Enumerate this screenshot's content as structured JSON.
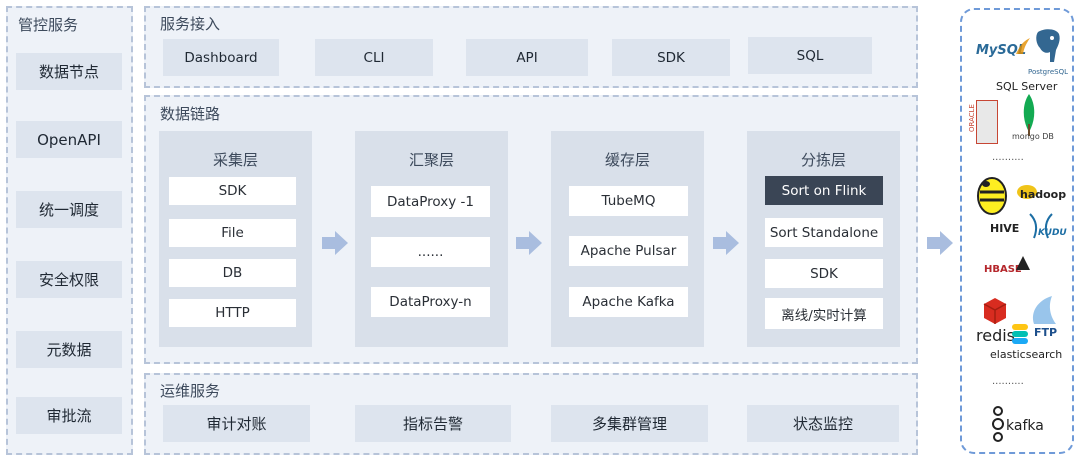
{
  "management": {
    "title": "管控服务",
    "items": [
      "数据节点",
      "OpenAPI",
      "统一调度",
      "安全权限",
      "元数据",
      "审批流"
    ]
  },
  "access": {
    "title": "服务接入",
    "items": [
      "Dashboard",
      "CLI",
      "API",
      "SDK",
      "SQL"
    ]
  },
  "pipeline": {
    "title": "数据链路",
    "stages": [
      {
        "title": "采集层",
        "items": [
          "SDK",
          "File",
          "DB",
          "HTTP"
        ]
      },
      {
        "title": "汇聚层",
        "items": [
          "DataProxy -1",
          "......",
          "DataProxy-n"
        ]
      },
      {
        "title": "缓存层",
        "items": [
          "TubeMQ",
          "Apache Pulsar",
          "Apache Kafka"
        ]
      },
      {
        "title": "分拣层",
        "items": [
          "Sort on Flink",
          "Sort Standalone",
          "SDK",
          "离线/实时计算"
        ]
      }
    ]
  },
  "ops": {
    "title": "运维服务",
    "items": [
      "审计对账",
      "指标告警",
      "多集群管理",
      "状态监控"
    ]
  },
  "storage": {
    "logos": {
      "mysql": "MySQL",
      "postgresql": "PostgreSQL",
      "sqlserver": "SQL Server",
      "oracle": "ORACLE",
      "mongodb": "mongo DB",
      "hive": "HIVE",
      "hadoop": "hadoop",
      "kudu": "KUDU",
      "hbase": "HBASE",
      "redis": "redis",
      "ftp": "FTP",
      "elasticsearch": "elasticsearch",
      "kafka": "kafka"
    },
    "ellipsis": [
      "..........",
      ".........."
    ]
  },
  "colors": {
    "panel_bg": "#eef2f8",
    "panel_border": "#b7c4d9",
    "box_bg": "#dde4ee",
    "highlight_box": "#3a4555",
    "arrow": "#a9bddf",
    "store_border": "#6f9ad8"
  }
}
